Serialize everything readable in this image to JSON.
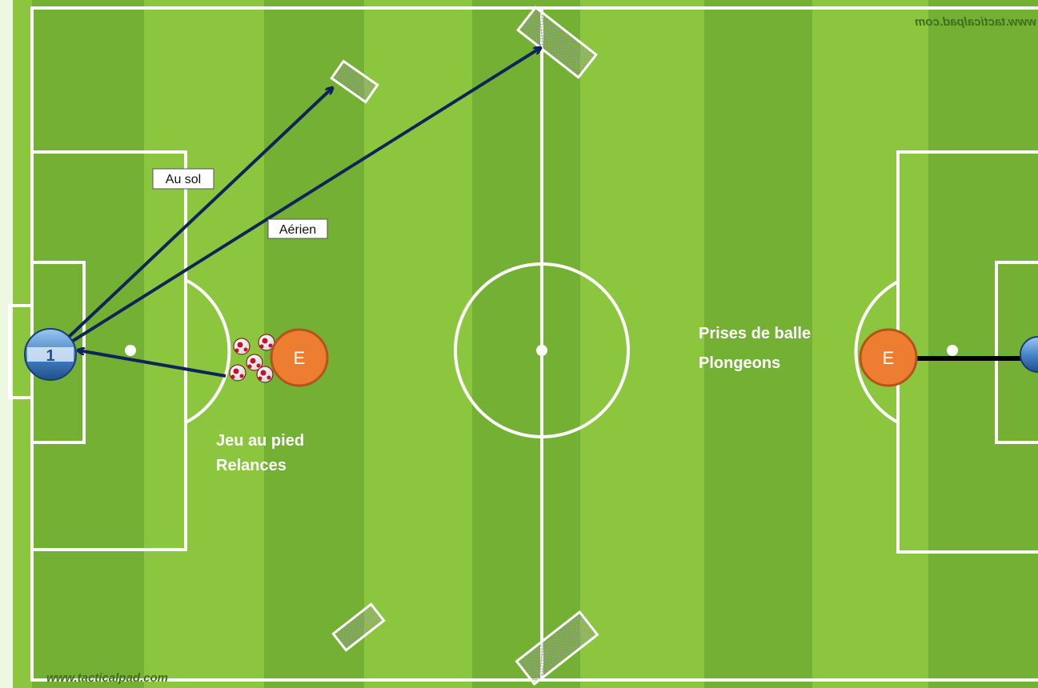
{
  "diagram": {
    "watermark_bottom": "www.tacticalpad.com",
    "watermark_top": "www.tacticalpad.com",
    "labels": {
      "ground": "Au sol",
      "aerial": "Aérien"
    },
    "notes": {
      "left_line1": "Jeu au pied",
      "left_line2": "Relances",
      "right_line1": "Prises de balle",
      "right_line2": "Plongeons"
    },
    "coaches": {
      "left": "E",
      "right": "E"
    },
    "goalkeeper": {
      "number": "1"
    },
    "colors": {
      "stripe_light": "#8cc63f",
      "stripe_dark": "#6fae2e",
      "line": "#ffffff",
      "arrow_navy": "#0f2457",
      "arrow_black": "#000000",
      "coach": "#ed7d31",
      "coach_border": "#c55a11",
      "player": "#5b9bd5"
    }
  }
}
